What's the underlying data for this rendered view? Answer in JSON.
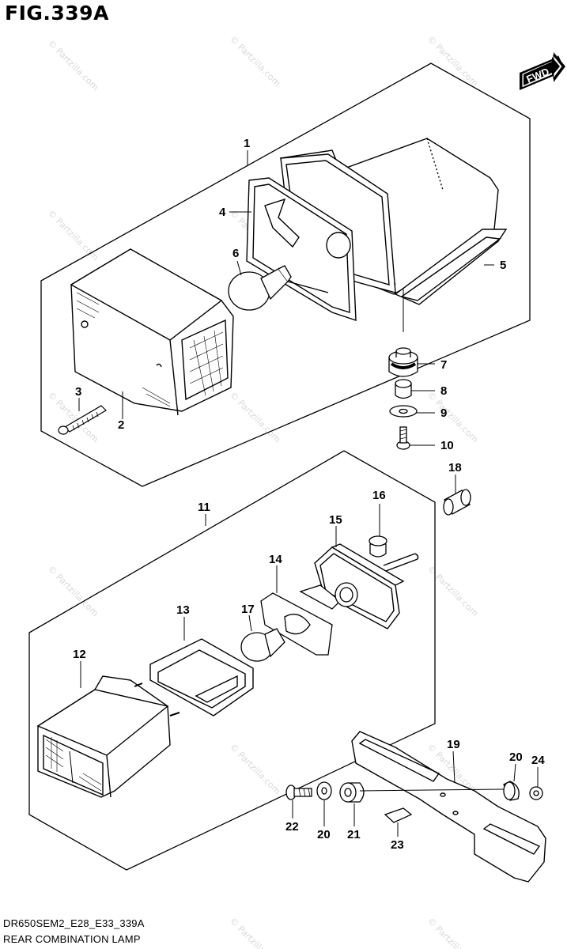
{
  "figure": {
    "title": "FIG.339A",
    "code": "DR650SEM2_E28_E33_339A",
    "caption": "REAR COMBINATION LAMP",
    "fwd_label": "FWD",
    "watermark": "© Partzilla.com"
  },
  "parts": [
    {
      "id": "p1",
      "label": "1"
    },
    {
      "id": "p2",
      "label": "2"
    },
    {
      "id": "p3",
      "label": "3"
    },
    {
      "id": "p4",
      "label": "4"
    },
    {
      "id": "p5",
      "label": "5"
    },
    {
      "id": "p6",
      "label": "6"
    },
    {
      "id": "p7",
      "label": "7"
    },
    {
      "id": "p8",
      "label": "8"
    },
    {
      "id": "p9",
      "label": "9"
    },
    {
      "id": "p10",
      "label": "10"
    },
    {
      "id": "p11",
      "label": "11"
    },
    {
      "id": "p12",
      "label": "12"
    },
    {
      "id": "p13",
      "label": "13"
    },
    {
      "id": "p14",
      "label": "14"
    },
    {
      "id": "p15",
      "label": "15"
    },
    {
      "id": "p16",
      "label": "16"
    },
    {
      "id": "p17",
      "label": "17"
    },
    {
      "id": "p18",
      "label": "18"
    },
    {
      "id": "p19",
      "label": "19"
    },
    {
      "id": "p20a",
      "label": "20"
    },
    {
      "id": "p20b",
      "label": "20"
    },
    {
      "id": "p21",
      "label": "21"
    },
    {
      "id": "p22",
      "label": "22"
    },
    {
      "id": "p23",
      "label": "23"
    },
    {
      "id": "p24",
      "label": "24"
    }
  ]
}
